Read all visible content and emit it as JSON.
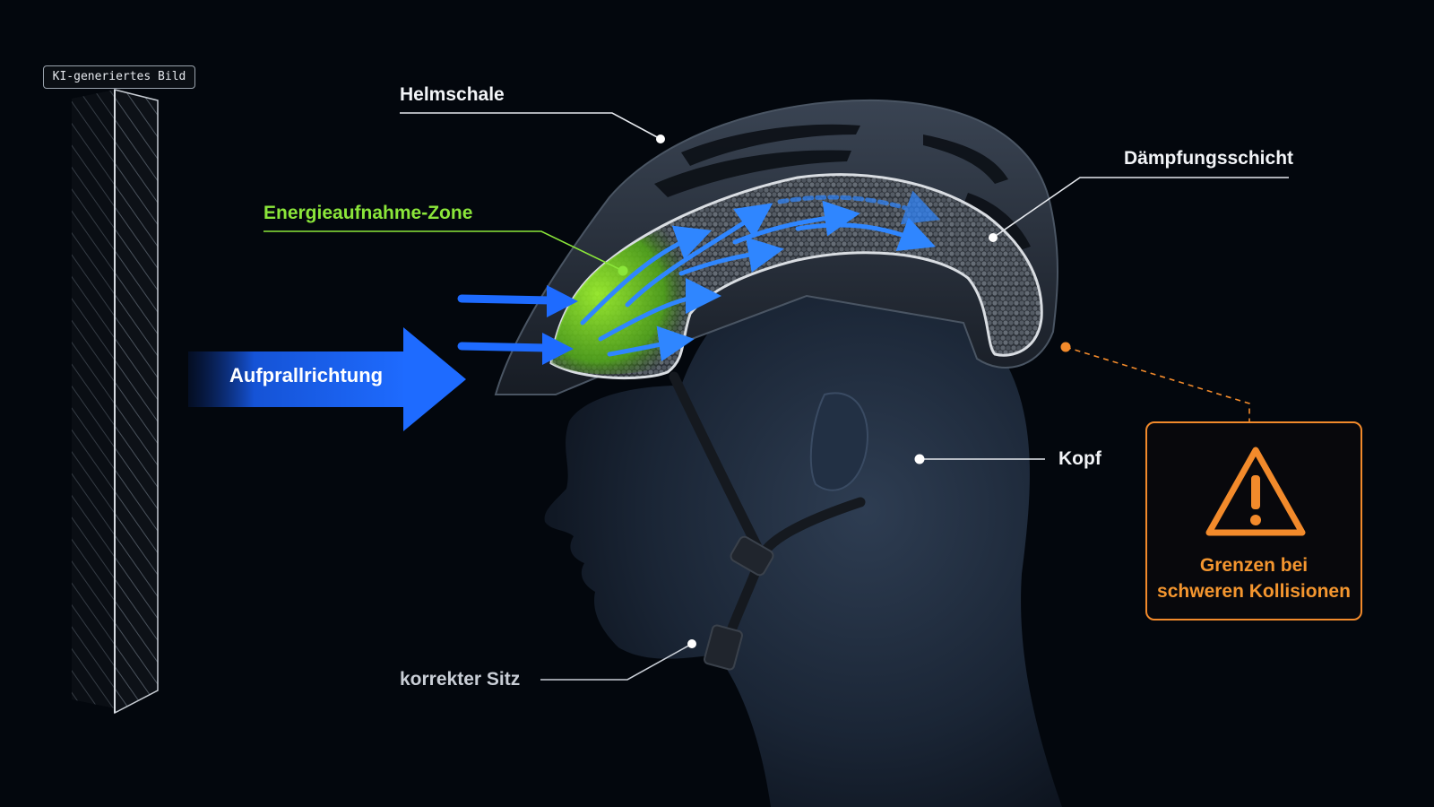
{
  "badge": "KI-generiertes Bild",
  "labels": {
    "shell": "Helmschale",
    "energy_zone": "Energieaufnahme-Zone",
    "impact_direction": "Aufprallrichtung",
    "damping_layer": "Dämpfungsschicht",
    "head": "Kopf",
    "correct_fit": "korrekter Sitz"
  },
  "warning": {
    "icon": "warning-triangle-icon",
    "line1": "Grenzen bei",
    "line2": "schweren Kollisionen"
  },
  "colors": {
    "background": "#03070d",
    "energy_zone": "#8be63a",
    "impact_arrow": "#1e6bff",
    "warning": "#f28a2b",
    "label_text": "#f2f4f7"
  }
}
